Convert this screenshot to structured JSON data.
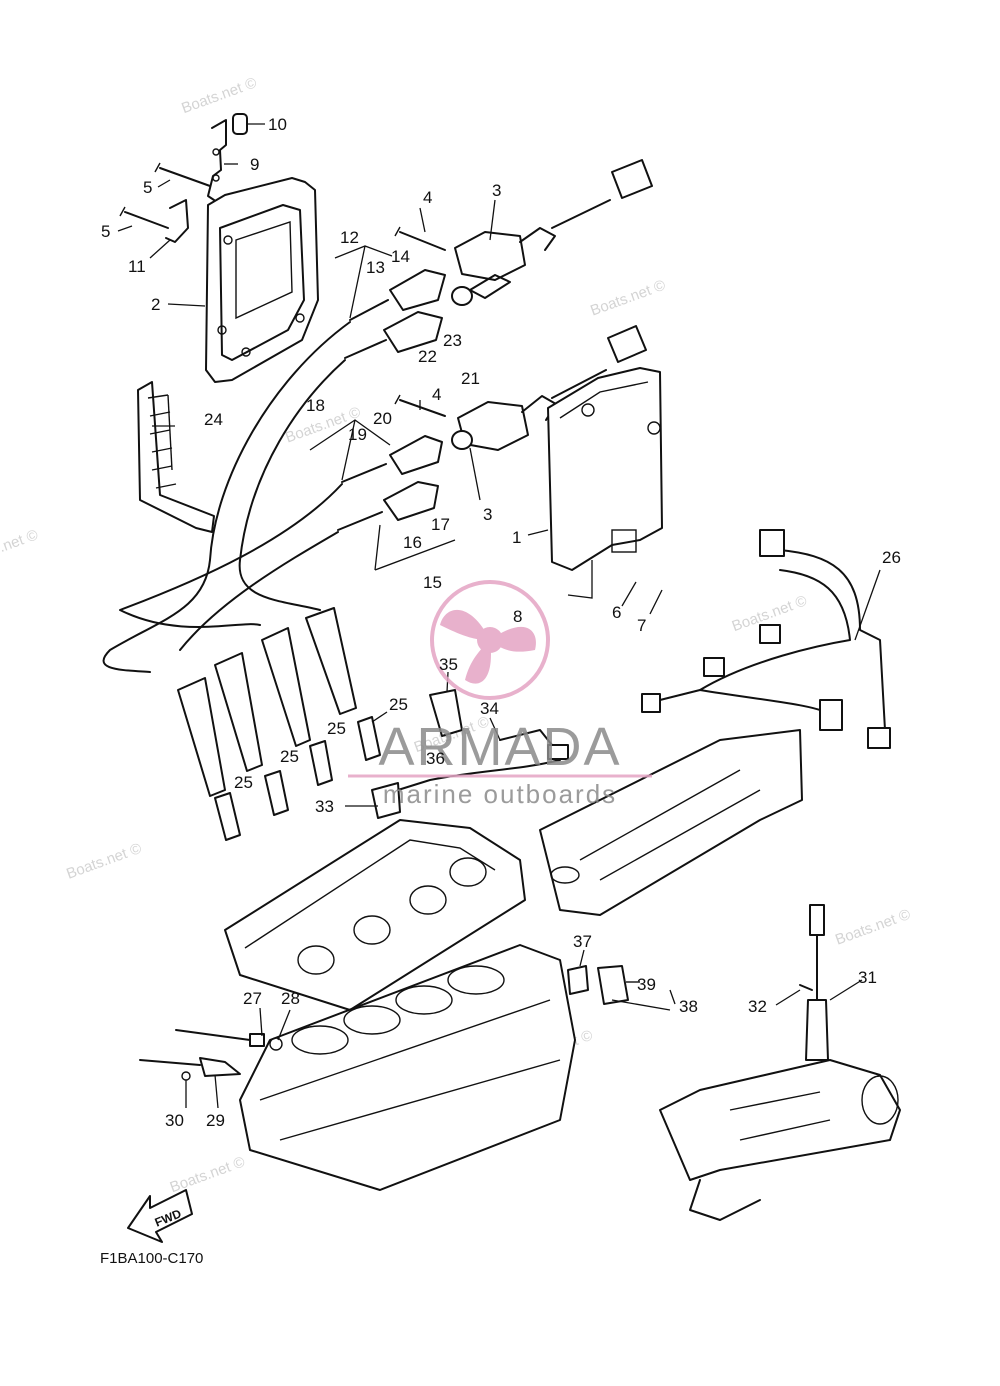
{
  "watermark_text": "Boats.net ©",
  "logo": {
    "brand": "ARMADA",
    "tagline": "marine outboards",
    "accent_color": "#e4a4c4",
    "text_color": "#8a8a8a"
  },
  "diagram": {
    "code": "F1BA100-C170",
    "fwd_label": "FWD",
    "callouts": [
      "1",
      "2",
      "3",
      "3",
      "4",
      "4",
      "5",
      "5",
      "6",
      "7",
      "8",
      "9",
      "10",
      "11",
      "12",
      "13",
      "14",
      "15",
      "16",
      "17",
      "18",
      "19",
      "20",
      "21",
      "22",
      "23",
      "24",
      "25",
      "25",
      "25",
      "25",
      "25",
      "26",
      "27",
      "28",
      "29",
      "30",
      "31",
      "32",
      "33",
      "34",
      "35",
      "36",
      "37",
      "38",
      "39"
    ]
  }
}
